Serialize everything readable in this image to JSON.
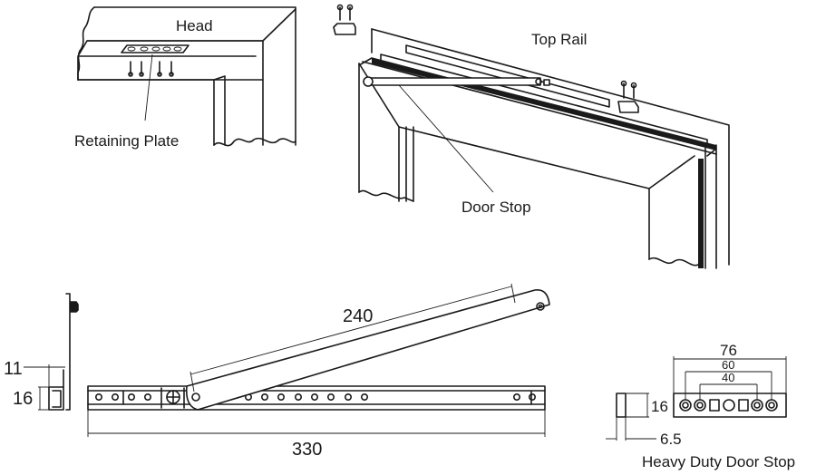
{
  "title": "Door stop installation and dimension diagram",
  "labels": {
    "head": "Head",
    "retaining_plate": "Retaining Plate",
    "top_rail": "Top Rail",
    "door_stop": "Door Stop",
    "heavy_duty_door_stop": "Heavy Duty Door Stop"
  },
  "dimensions": {
    "arm_length": "240",
    "rail_length": "330",
    "side_offset": "11",
    "side_height": "16",
    "hd_overall_width": "76",
    "hd_outer_hole_spacing": "60",
    "hd_inner_hole_spacing": "40",
    "hd_height": "16",
    "hd_depth": "6.5"
  },
  "colors": {
    "line": "#1a1a1a",
    "background": "#ffffff"
  }
}
